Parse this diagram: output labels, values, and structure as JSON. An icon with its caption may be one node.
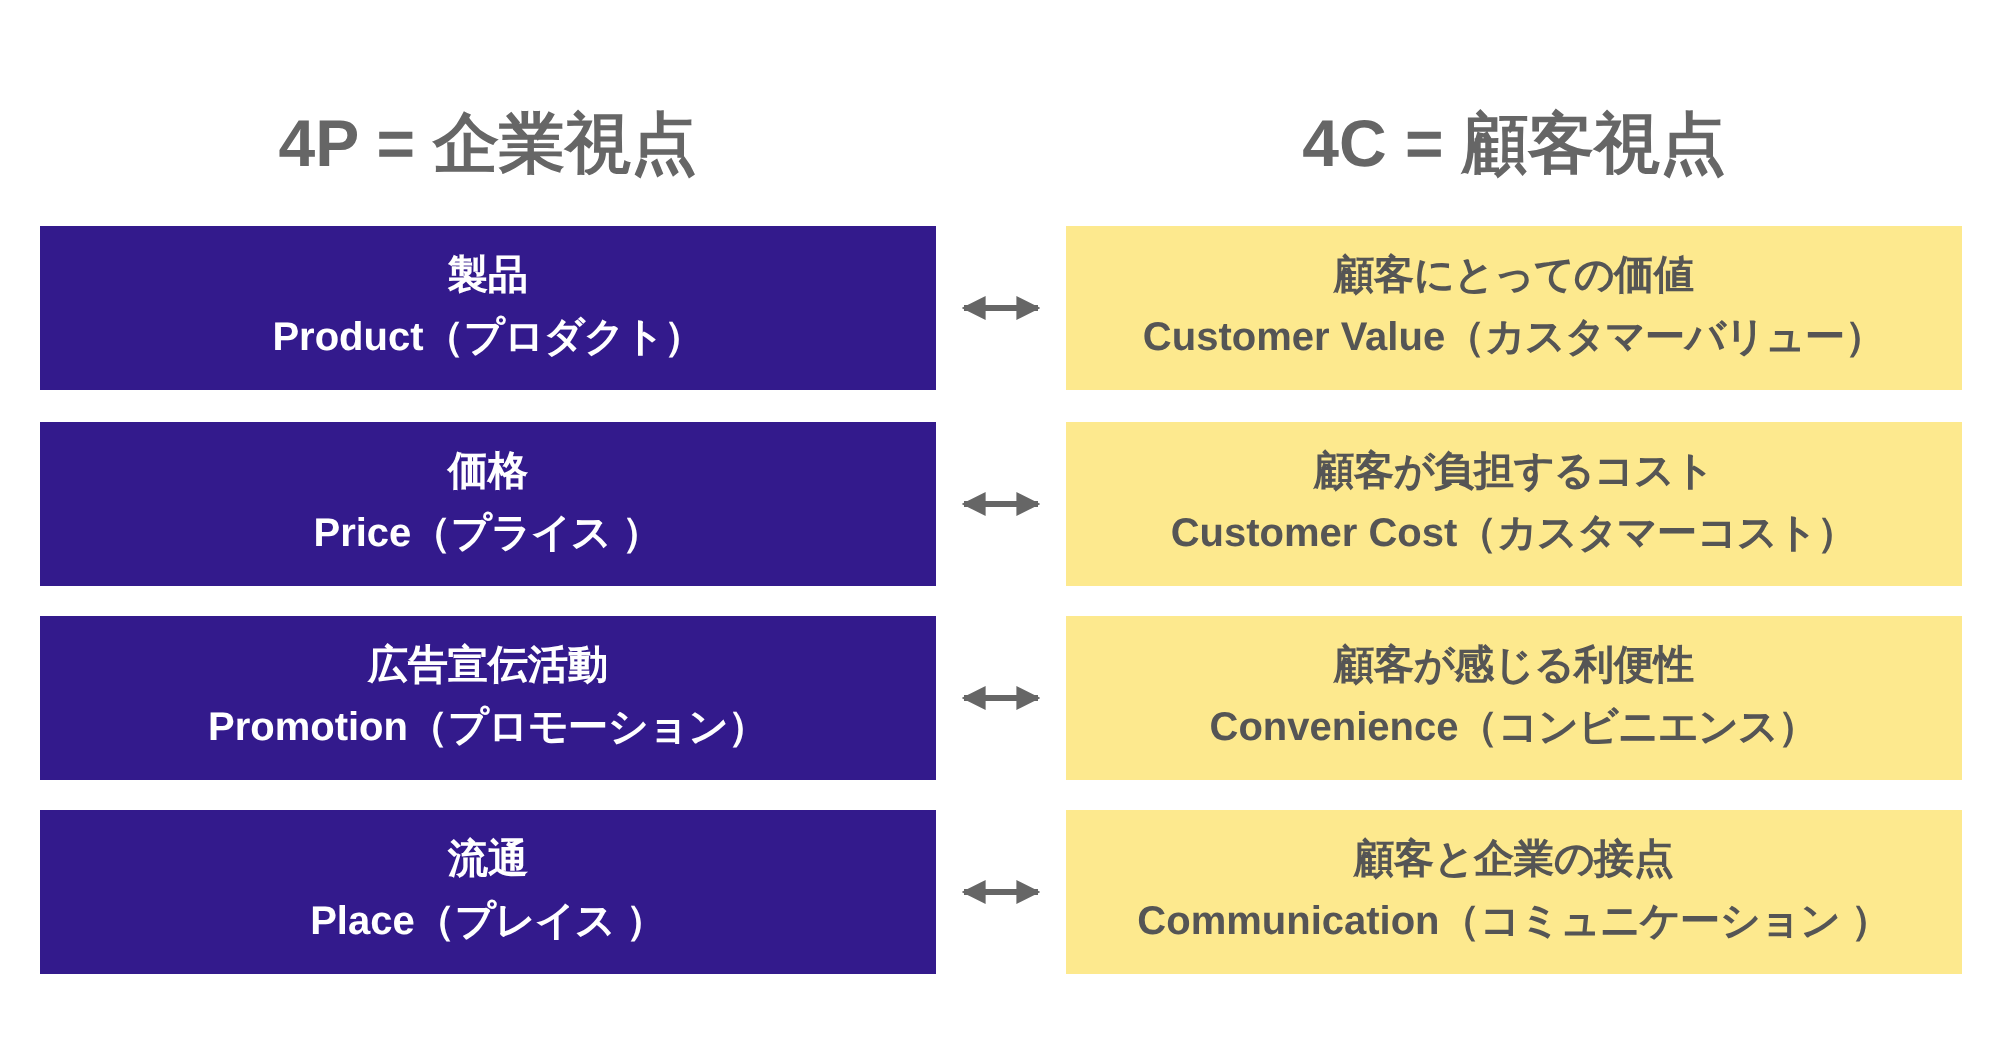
{
  "diagram": {
    "nodes": [
      {
        "text": [
          "製品",
          "Product（プロダクト）"
        ]
      },
      {
        "text": [
          "顧客にとっての価値",
          "Customer Value（カスタマーバリュー）"
        ]
      },
      {
        "text": [
          "価格",
          "Price（プライス ）"
        ]
      },
      {
        "text": [
          "顧客が負担するコスト",
          "Customer Cost（カスタマーコスト）"
        ]
      },
      {
        "text": [
          "広告宣伝活動",
          "Promotion（プロモーション）"
        ]
      },
      {
        "text": [
          "顧客が感じる利便性",
          "Convenience（コンビニエンス）"
        ]
      },
      {
        "text": [
          "流通",
          "Place（プレイス ）"
        ]
      },
      {
        "text": [
          "顧客と企業の接点",
          "Communication（コミュニケーション ）"
        ]
      }
    ],
    "edges": [
      {
        "from": 0,
        "to": 1,
        "arrow": "both"
      },
      {
        "from": 2,
        "to": 3,
        "arrow": "both"
      },
      {
        "from": 4,
        "to": 5,
        "arrow": "both"
      },
      {
        "from": 6,
        "to": 7,
        "arrow": "both"
      }
    ],
    "labels": [
      "4P = 企業視点",
      "4C = 顧客視点"
    ]
  }
}
